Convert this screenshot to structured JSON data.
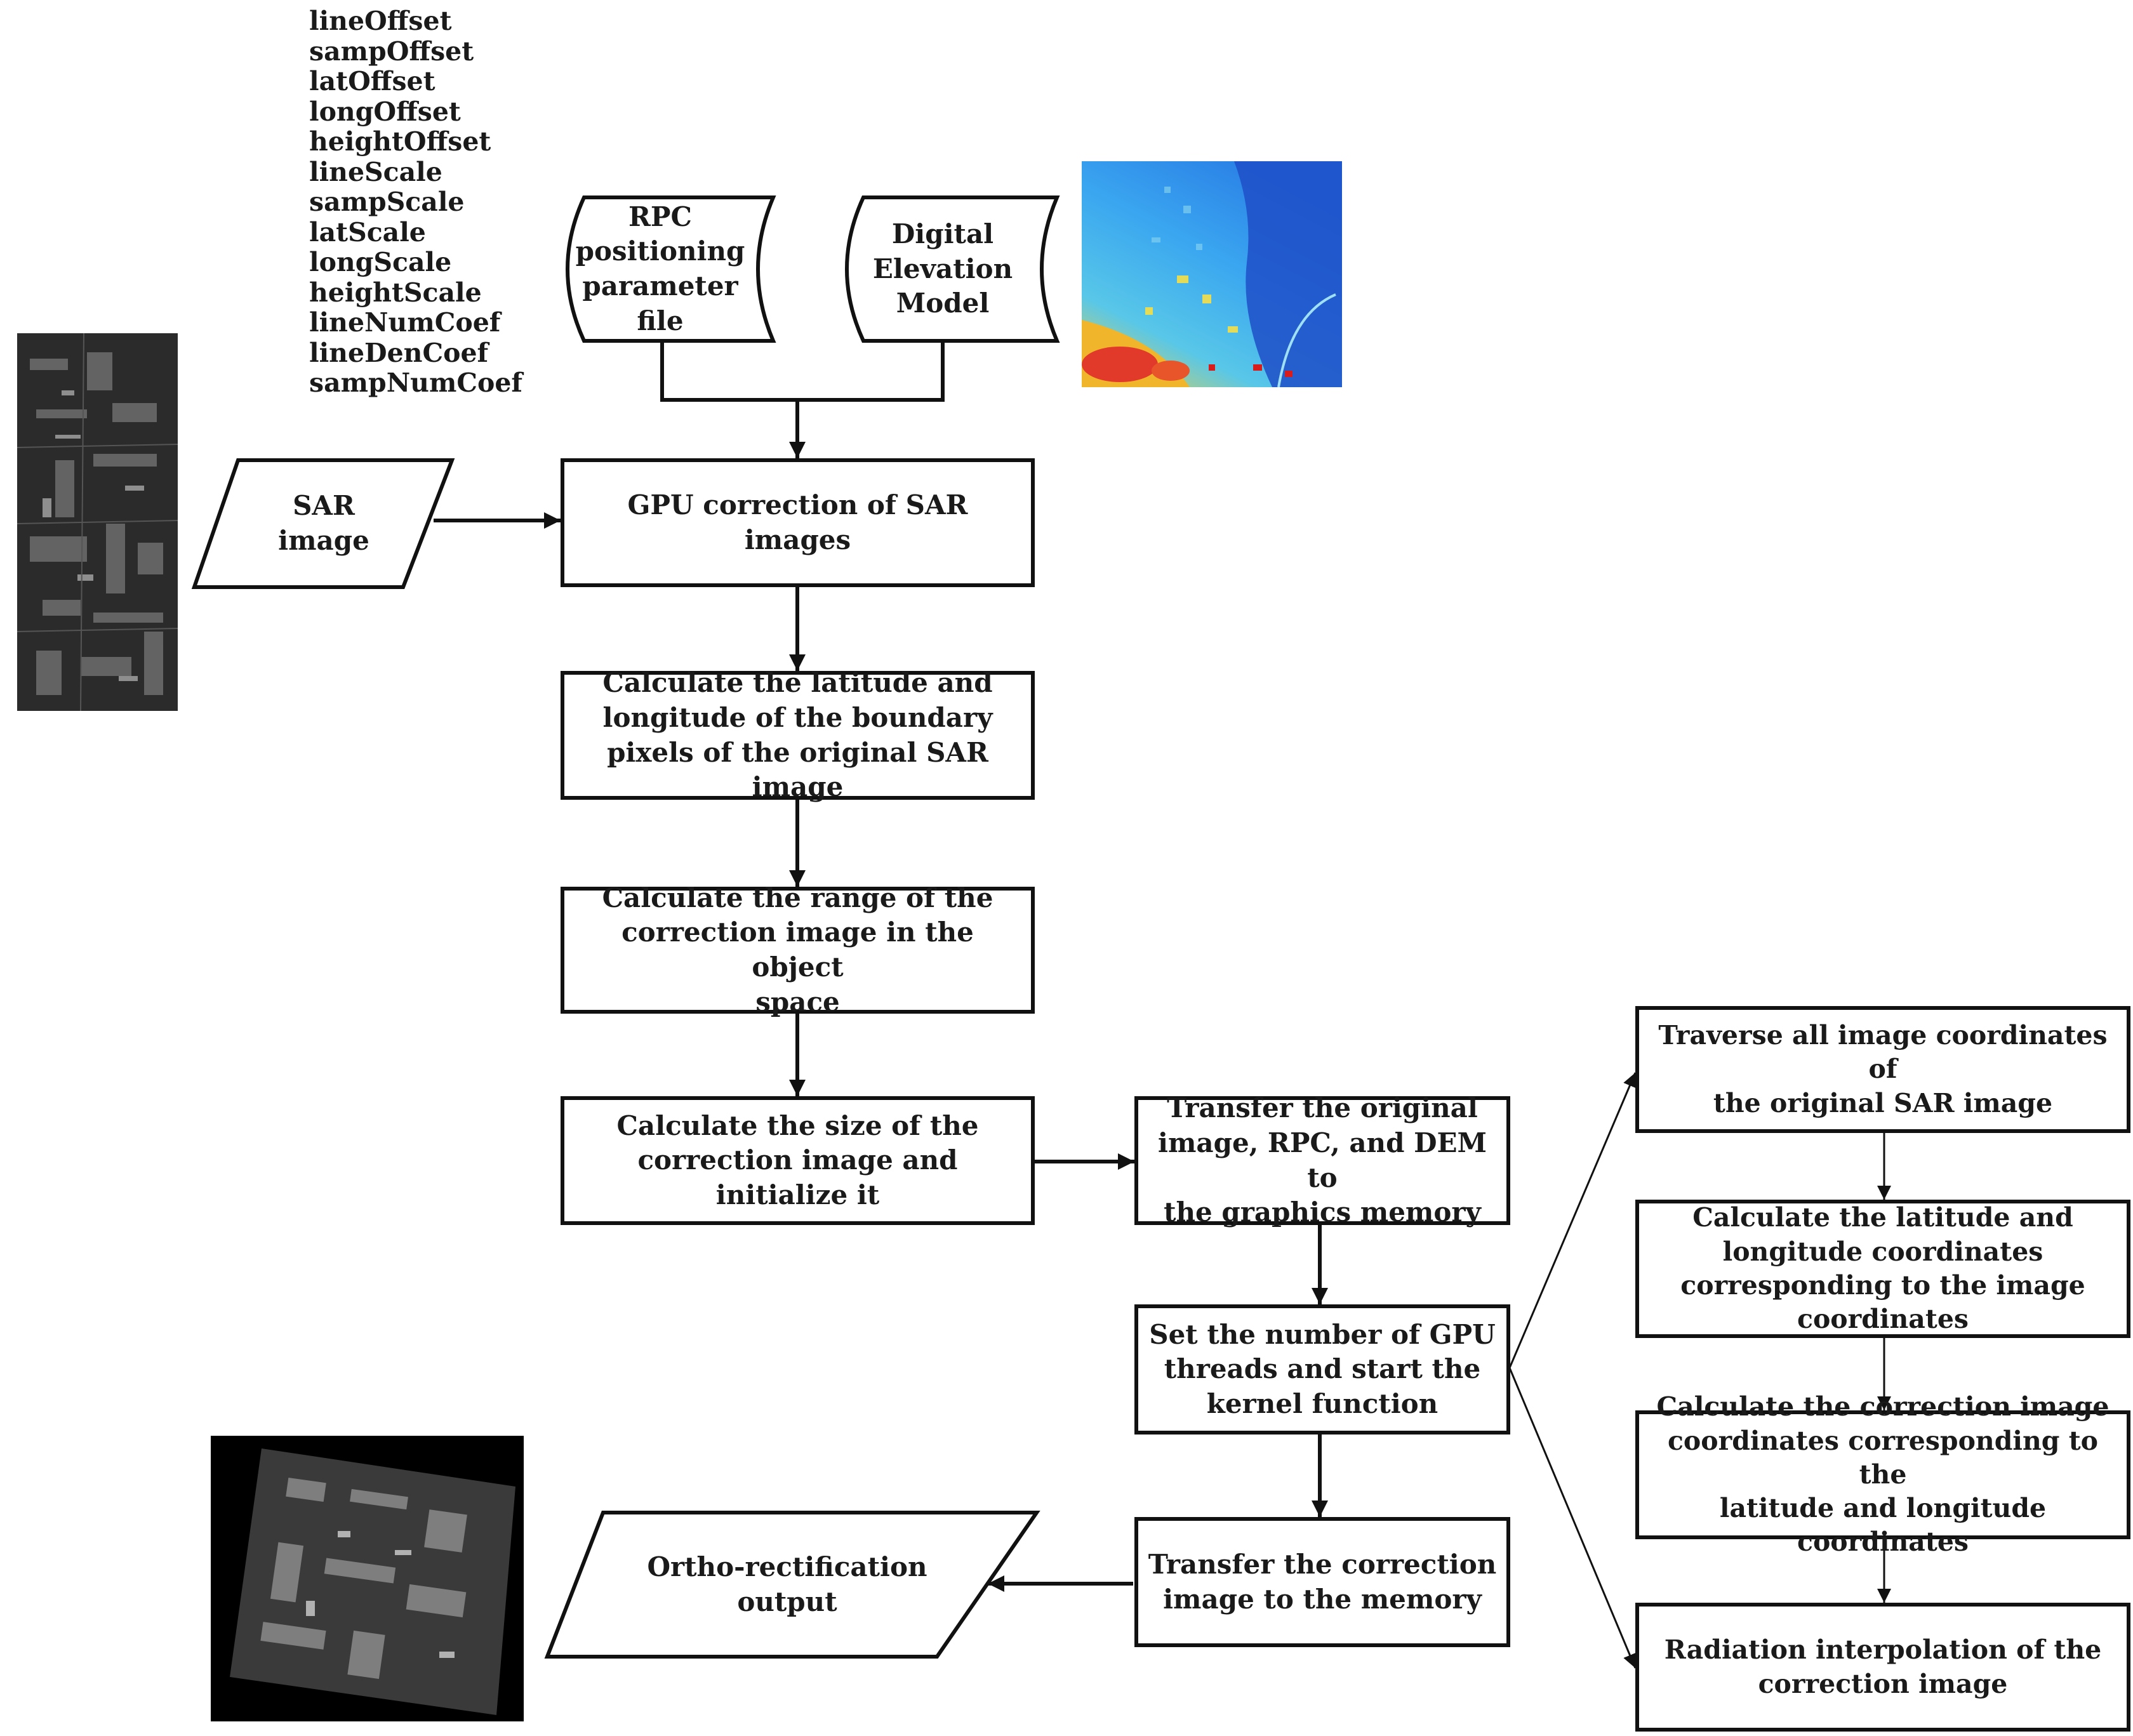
{
  "params": [
    "lineOffset",
    "sampOffset",
    "latOffset",
    "longOffset",
    "heightOffset",
    "lineScale",
    "sampScale",
    "latScale",
    "longScale",
    "heightScale",
    "lineNumCoef",
    "lineDenCoef",
    "sampNumCoef"
  ],
  "storage": {
    "rpc": "RPC\npositioning\nparameter\nfile",
    "dem": "Digital\nElevation\nModel"
  },
  "inputs": {
    "sar": "SAR\nimage",
    "output": "Ortho-rectification\noutput"
  },
  "steps": {
    "gpu_correction": "GPU  correction of SAR images",
    "calc_latlon_boundary": "Calculate the latitude and\nlongitude of the boundary\npixels of the original SAR image",
    "calc_range": "Calculate the range of the\ncorrection image in the object\nspace",
    "calc_size": "Calculate the size of the\ncorrection image and initialize it",
    "transfer_to_gpu": "Transfer the original\nimage, RPC, and DEM to\nthe graphics memory",
    "set_threads": "Set the number of GPU\nthreads and start the\nkernel function",
    "transfer_to_memory": "Transfer the correction\nimage to the memory"
  },
  "kernel_steps": {
    "traverse": "Traverse all image coordinates of\nthe original SAR image",
    "calc_latlon_coords": "Calculate the latitude and\nlongitude coordinates\ncorresponding to the image\ncoordinates",
    "calc_correction_coords": "Calculate the correction image\ncoordinates corresponding to the\nlatitude and longitude coordinates",
    "interpolation": "Radiation interpolation of the\ncorrection image"
  },
  "colors": {
    "stroke": "#111111",
    "text": "#1a1a1a",
    "dem_high": "#d81c1c",
    "dem_mid": "#f6e23c",
    "dem_low": "#1f6fe0"
  }
}
